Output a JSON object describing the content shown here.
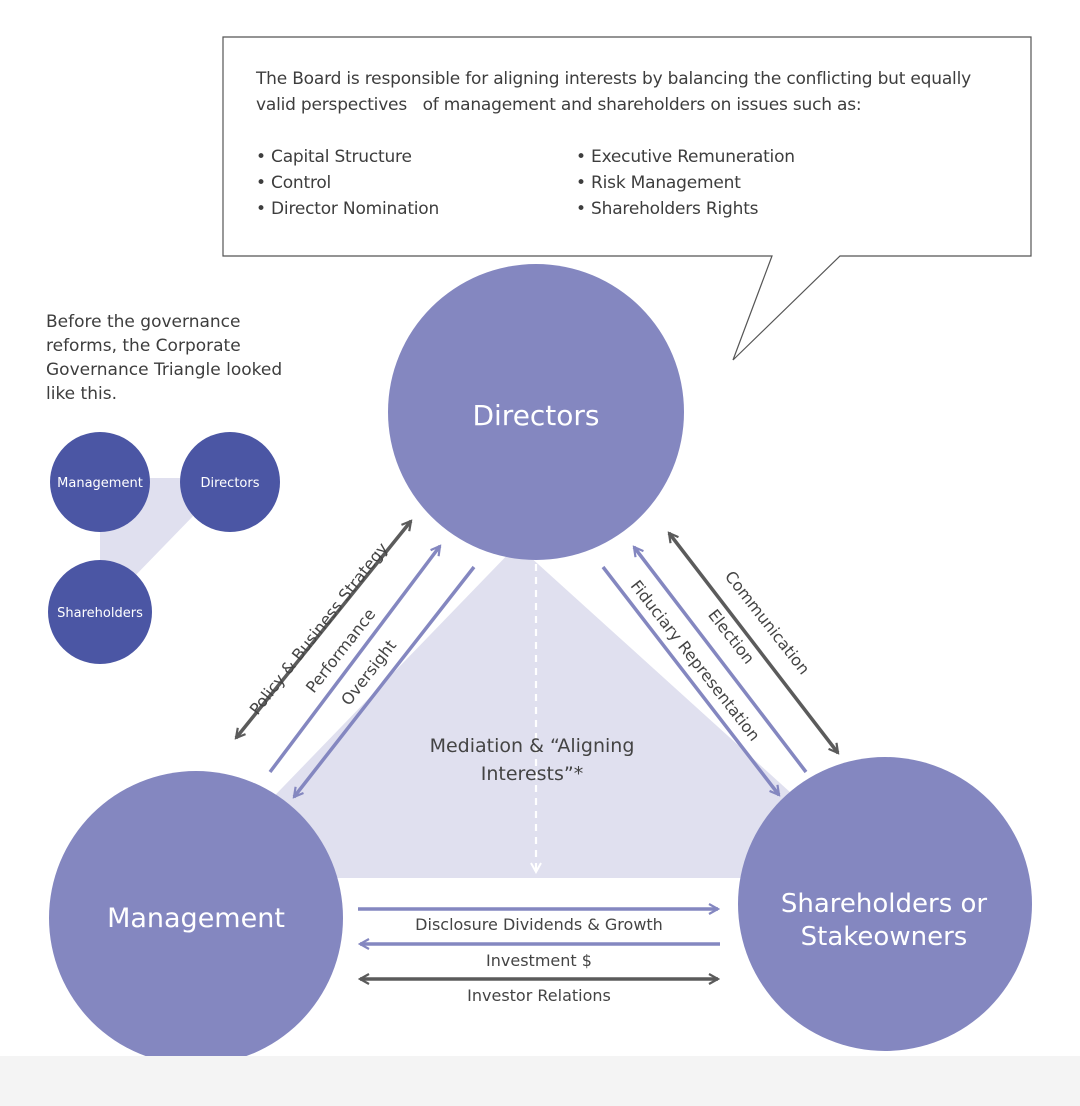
{
  "callout": {
    "intro_line1": "The Board is responsible for aligning interests by balancing the conflicting but equally",
    "intro_line2": "valid perspectives   of management and shareholders on issues such as:",
    "issues_left": [
      "• Capital Structure",
      "• Control",
      "• Director Nomination"
    ],
    "issues_right": [
      "• Executive Remuneration",
      "• Risk Management",
      "• Shareholders Rights"
    ]
  },
  "side_note": {
    "lines": [
      "Before the governance",
      "reforms, the Corporate",
      "Governance Triangle looked",
      "like this."
    ]
  },
  "old_triangle": {
    "management": "Management",
    "directors": "Directors",
    "shareholders": "Shareholders"
  },
  "nodes": {
    "directors": "Directors",
    "management": "Management",
    "shareholders_line1": "Shareholders or",
    "shareholders_line2": "Stakeowners"
  },
  "center": {
    "line1": "Mediation & “Aligning",
    "line2": "Interests”*"
  },
  "left_edge": {
    "policy": "Policy & Business Strategy",
    "performance": "Performance",
    "oversight": "Oversight"
  },
  "right_edge": {
    "communication": "Communication",
    "election": "Election",
    "fiduciary": "Fiduciary Representation"
  },
  "bottom_edge": {
    "disclosure": "Disclosure Dividends & Growth",
    "investment": "Investment $",
    "investor_relations": "Investor Relations"
  },
  "colors": {
    "main_circle": "#8487c0",
    "old_circle": "#4b56a4",
    "triangle_fill": "#e0e0ef",
    "purple_arrow": "#8487c0",
    "gray_arrow": "#5b5b5b"
  }
}
